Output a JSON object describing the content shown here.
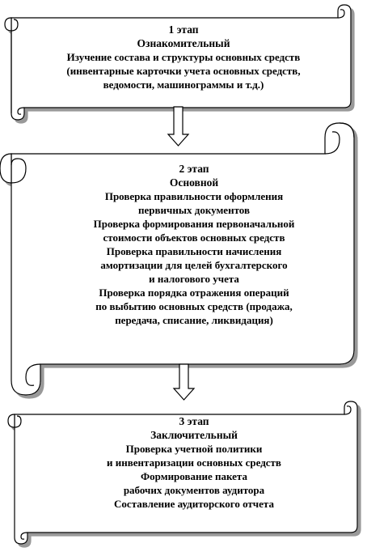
{
  "stage1": {
    "title": "1 этап",
    "name": "Ознакомительный",
    "lines": [
      "Изучение  состава и структуры  основных  средств",
      "(инвентарные  карточки учета основных средств,",
      "ведомости, машинограммы  и т.д.)"
    ]
  },
  "stage2": {
    "title": "2 этап",
    "name": "Основной",
    "lines": [
      "Проверка  правильности  оформления",
      "первичных  документов",
      "Проверка  формирования  первоначальной",
      "стоимости объектов основных  средств",
      "Проверка правильности  начисления",
      "амортизации  для целей бухгалтерского",
      "и налогового учета",
      "Проверка  порядка отражения  операций",
      "по выбытию  основных средств (продажа,",
      "передача,  списание,  ликвидация)"
    ]
  },
  "stage3": {
    "title": "3 этап",
    "name": "Заключительный",
    "lines": [
      "Проверка учетной политики",
      "и инвентаризации  основных  средств",
      "Формирование  пакета",
      "рабочих документов аудитора",
      "Составление  аудиторского  отчета"
    ]
  }
}
